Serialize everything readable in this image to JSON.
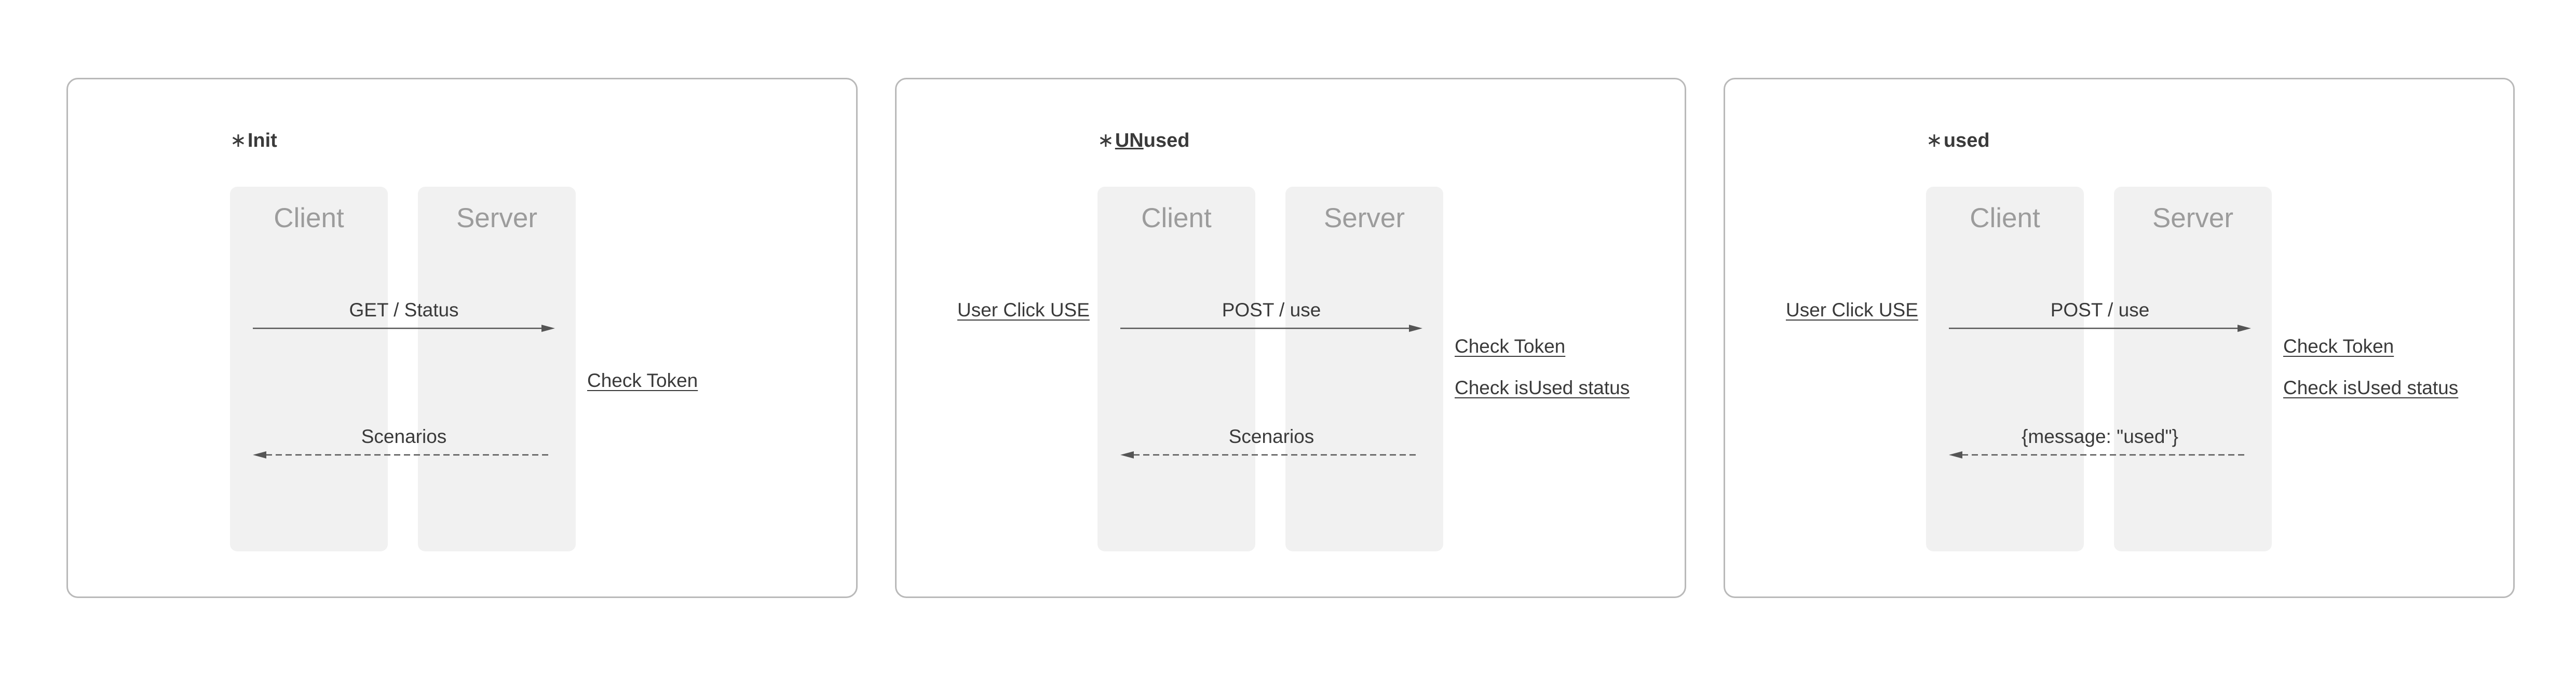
{
  "panels": [
    {
      "title_prefix": "∗",
      "title_underlined": "",
      "title_rest": "Init",
      "client_label": "Client",
      "server_label": "Server",
      "trigger_note": "",
      "request_label": "GET / Status",
      "response_label": "Scenarios",
      "server_notes": [
        "Check Token"
      ]
    },
    {
      "title_prefix": "∗",
      "title_underlined": "UN",
      "title_rest": "used",
      "client_label": "Client",
      "server_label": "Server",
      "trigger_note": "User Click USE",
      "request_label": "POST / use",
      "response_label": "Scenarios",
      "server_notes": [
        "Check Token",
        "Check isUsed status"
      ]
    },
    {
      "title_prefix": "∗",
      "title_underlined": "",
      "title_rest": "used",
      "client_label": "Client",
      "server_label": "Server",
      "trigger_note": "User Click USE",
      "request_label": "POST / use",
      "response_label": "{message: \"used\"}",
      "server_notes": [
        "Check Token",
        "Check isUsed status"
      ]
    }
  ],
  "colors": {
    "panel_border": "#b9b9b9",
    "lifeline_fill": "#f1f1f1",
    "lifeline_text": "#9c9c9c",
    "text": "#3a3a3a",
    "arrow": "#555555"
  }
}
